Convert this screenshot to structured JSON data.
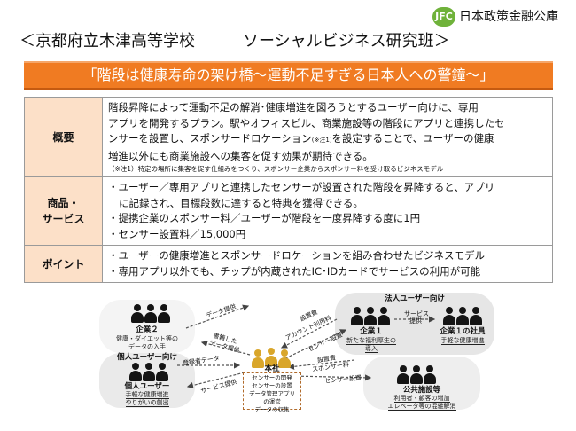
{
  "header": {
    "logo_badge": "JFC",
    "logo_text": "日本政策金融公庫",
    "school": "＜京都府立木津高等学校",
    "team": "ソーシャルビジネス研究班＞"
  },
  "banner": "「階段は健康寿命の架け橋～運動不足すぎる日本人への警鐘～」",
  "table": {
    "rows": [
      {
        "label": "概要",
        "lines": [
          "階段昇降によって運動不足の解消･健康増進を図ろうとするユーザー向けに、専用",
          "アプリを開発するプラン。駅やオフィスビル、商業施設等の階段にアプリと連携したセ",
          "ンサーを設置し、スポンサードロケーション",
          "(※注1)",
          "を設定することで、ユーザーの健康",
          "増進以外にも商業施設への集客を促す効果が期待できる。"
        ],
        "note": "（※注1）特定の場所に集客を促す仕組みをつくり、スポンサー企業からスポンサー料を受け取るビジネスモデル"
      },
      {
        "label_1": "商品・",
        "label_2": "サービス",
        "lines": [
          "・ユーザー／専用アプリと連携したセンサーが設置された階段を昇降すると、アプリ",
          "に記録され、目標段数に達すると特典を獲得できる。",
          "・提携企業のスポンサー料／ユーザーが階段を一度昇降する度に1円",
          "・センサー設置料／15,000円"
        ]
      },
      {
        "label": "ポイント",
        "lines": [
          "・ユーザーの健康増進とスポンサードロケーションを組み合わせたビジネスモデル",
          "・専用アプリ以外でも、チップが内蔵されたIC･IDカードでサービスの利用が可能"
        ]
      }
    ]
  },
  "diagram": {
    "company2": {
      "name": "企業２",
      "desc_1": "健康・ダイエット等の",
      "desc_2": "データの入手"
    },
    "individual": {
      "header": "個人ユーザー向け",
      "name": "個人ユーザー",
      "desc_1": "手軽な健康増進",
      "desc_2": "やりがいの創出"
    },
    "hq": {
      "name": "本社",
      "box_1": "センサーの開発",
      "box_2": "センサーの設置",
      "box_3": "データ管理アプリ",
      "box_4": "の運営",
      "box_5": "データの収集"
    },
    "corporate": {
      "header": "法人ユーザー向け",
      "company1": "企業１",
      "company1_desc_1": "新たな福利厚生の",
      "company1_desc_2": "導入",
      "employee": "企業１の社員",
      "employee_desc": "手軽な健康増進"
    },
    "public": {
      "name": "公共施設等",
      "desc_1": "利用者・顧客の増加",
      "desc_2": "エレベータ等の混雑解消"
    },
    "arrows": {
      "data_provide": "データ提供",
      "fee_data": "書籍した",
      "fee_data_2": "データ提供",
      "registration": "登録者データ",
      "service_provide": "サービス提供",
      "install_fee": "設置費",
      "account_fee": "アカウント利用料",
      "sensor_install": "センサー設置",
      "install_fee_2": "設置費",
      "sponsor_fee": "スポンサー料",
      "service": "サービス",
      "service_2": "提供",
      "sensor_install_2": "センサー設置"
    }
  }
}
